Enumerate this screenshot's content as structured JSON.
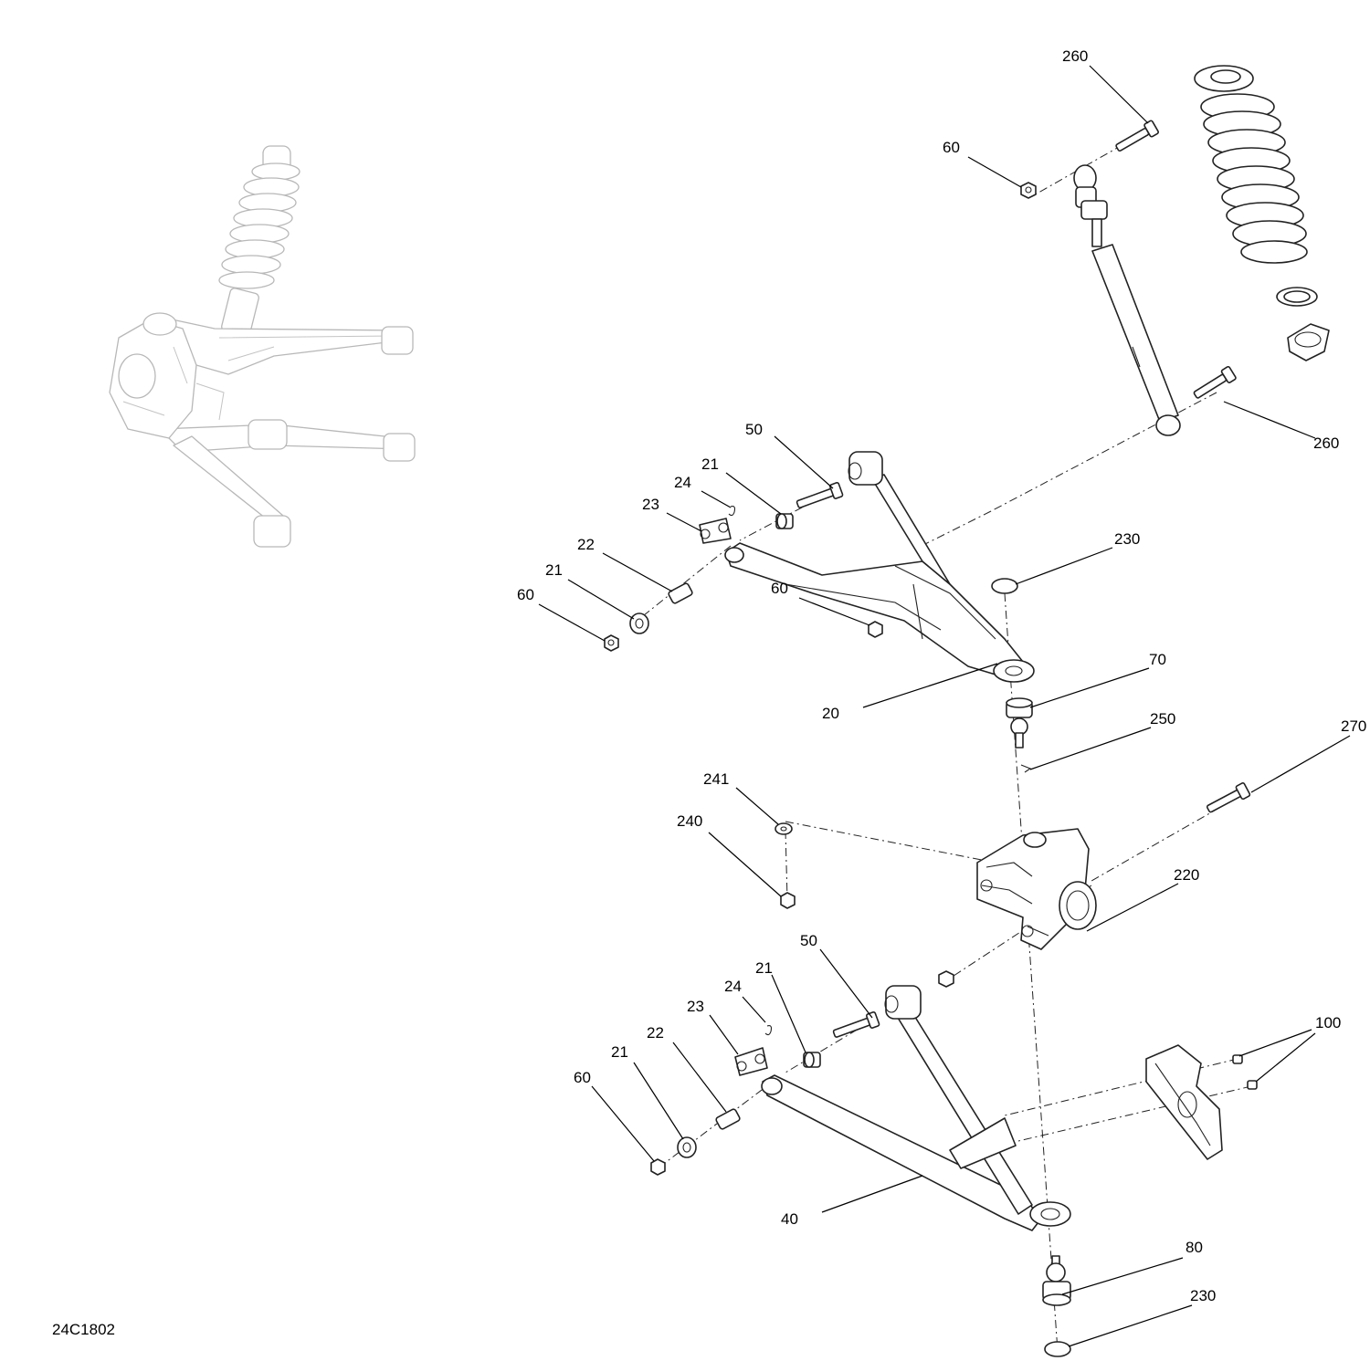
{
  "figure_code": "24C1802",
  "callouts": {
    "c260a": "260",
    "c260b": "260",
    "c60a": "60",
    "c60b": "60",
    "c60c": "60",
    "c60d": "60",
    "c50a": "50",
    "c50b": "50",
    "c21a": "21",
    "c21b": "21",
    "c21c": "21",
    "c21d": "21",
    "c24a": "24",
    "c24b": "24",
    "c23a": "23",
    "c23b": "23",
    "c22a": "22",
    "c22b": "22",
    "c230a": "230",
    "c230b": "230",
    "c70": "70",
    "c20": "20",
    "c250": "250",
    "c270": "270",
    "c241": "241",
    "c240": "240",
    "c220": "220",
    "c100": "100",
    "c40": "40",
    "c80": "80"
  }
}
